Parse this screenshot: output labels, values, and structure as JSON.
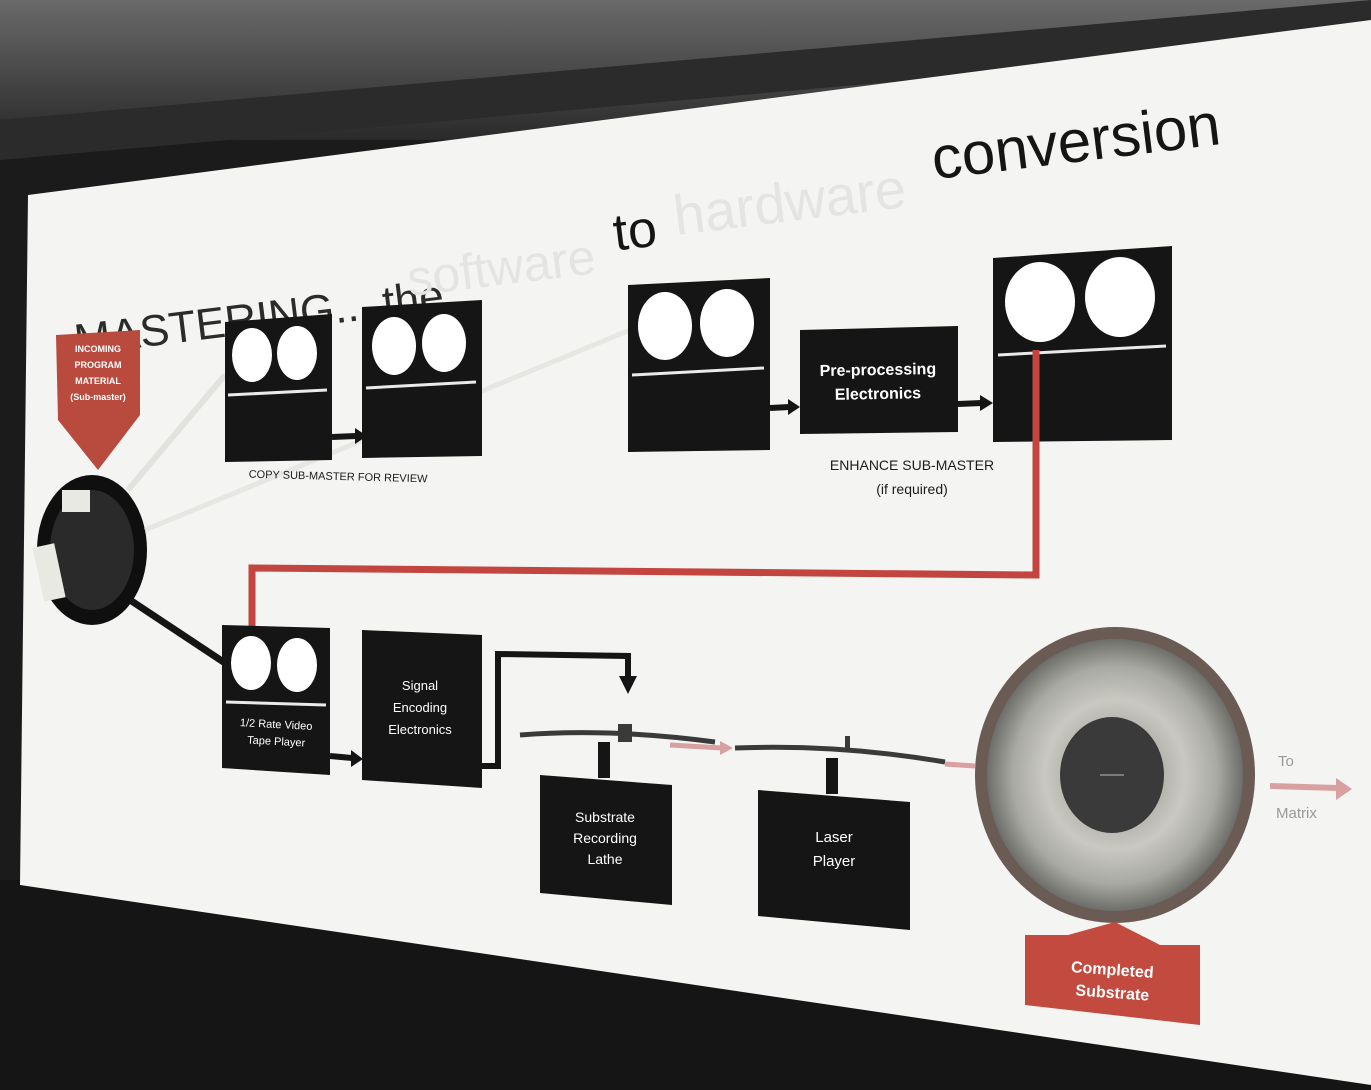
{
  "title": {
    "part1": "MASTERING....the",
    "part2": "software",
    "part3": "to",
    "part4": "hardware",
    "part5": "conversion"
  },
  "incoming": {
    "line1": "INCOMING",
    "line2": "PROGRAM",
    "line3": "MATERIAL",
    "line4": "(Sub-master)"
  },
  "copy_caption": "COPY SUB-MASTER FOR REVIEW",
  "preprocessing": {
    "line1": "Pre-processing",
    "line2": "Electronics"
  },
  "enhance_caption": {
    "line1": "ENHANCE SUB-MASTER",
    "line2": "(if required)"
  },
  "tape_player": {
    "line1": "1/2 Rate Video",
    "line2": "Tape Player"
  },
  "signal": {
    "line1": "Signal",
    "line2": "Encoding",
    "line3": "Electronics"
  },
  "lathe": {
    "line1": "Substrate",
    "line2": "Recording",
    "line3": "Lathe"
  },
  "laser": {
    "line1": "Laser",
    "line2": "Player"
  },
  "completed": {
    "line1": "Completed",
    "line2": "Substrate"
  },
  "to_matrix": {
    "line1": "To",
    "line2": "Matrix"
  },
  "colors": {
    "panel": "#f4f4f2",
    "box": "#151515",
    "connector_red": "#c2463f",
    "connector_black": "#151515",
    "completed_badge": "#c24a3f",
    "incoming_badge": "#b84a3e",
    "title_gray": "#e4e4e4"
  }
}
